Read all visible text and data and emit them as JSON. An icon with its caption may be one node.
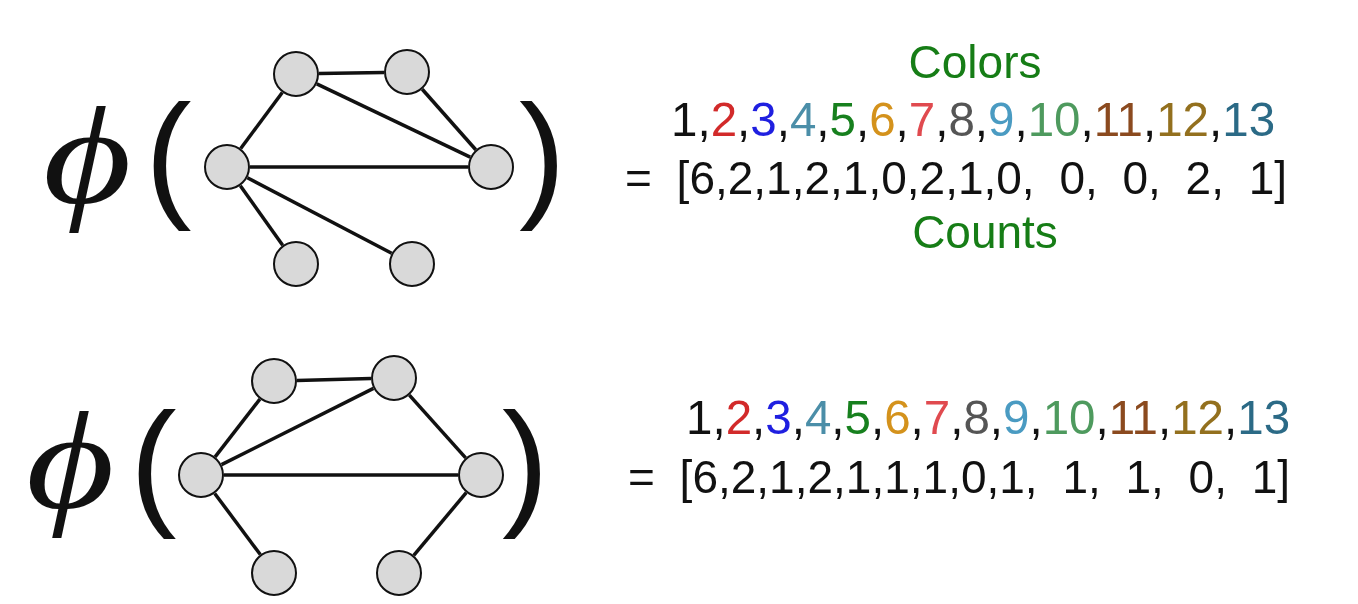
{
  "diagram": {
    "nodes": [
      {
        "text": [],
        "shape": "circle"
      },
      {
        "text": [],
        "shape": "circle"
      },
      {
        "text": [],
        "shape": "circle"
      },
      {
        "text": [],
        "shape": "circle"
      },
      {
        "text": [],
        "shape": "circle"
      },
      {
        "text": [],
        "shape": "circle"
      },
      {
        "text": [],
        "shape": "circle"
      },
      {
        "text": [],
        "shape": "circle"
      },
      {
        "text": [],
        "shape": "circle"
      },
      {
        "text": [],
        "shape": "circle"
      },
      {
        "text": [],
        "shape": "circle"
      },
      {
        "text": [],
        "shape": "circle"
      }
    ],
    "edges": [
      {
        "from": 0,
        "to": 1,
        "arrow": "none"
      },
      {
        "from": 0,
        "to": 2,
        "arrow": "none"
      },
      {
        "from": 0,
        "to": 3,
        "arrow": "none"
      },
      {
        "from": 1,
        "to": 3,
        "arrow": "none"
      },
      {
        "from": 2,
        "to": 3,
        "arrow": "none"
      },
      {
        "from": 2,
        "to": 4,
        "arrow": "none"
      },
      {
        "from": 2,
        "to": 5,
        "arrow": "none"
      },
      {
        "from": 6,
        "to": 7,
        "arrow": "none"
      },
      {
        "from": 6,
        "to": 8,
        "arrow": "none"
      },
      {
        "from": 7,
        "to": 8,
        "arrow": "none"
      },
      {
        "from": 7,
        "to": 9,
        "arrow": "none"
      },
      {
        "from": 8,
        "to": 9,
        "arrow": "none"
      },
      {
        "from": 8,
        "to": 10,
        "arrow": "none"
      },
      {
        "from": 9,
        "to": 11,
        "arrow": "none"
      }
    ],
    "labels": [
      "ϕ",
      "(",
      ")",
      "Colors",
      "1,2,3,4,5,6,7,8,9,10,11,12,13",
      "= [6,2,1,2,1,0,2,1,0, 0, 0, 2, 1]",
      "Counts",
      "ϕ",
      "(",
      ")",
      "1,2,3,4,5,6,7,8,9,10,11,12,13",
      "= [6,2,1,2,1,1,1,0,1, 1, 1, 0, 1]"
    ]
  }
}
